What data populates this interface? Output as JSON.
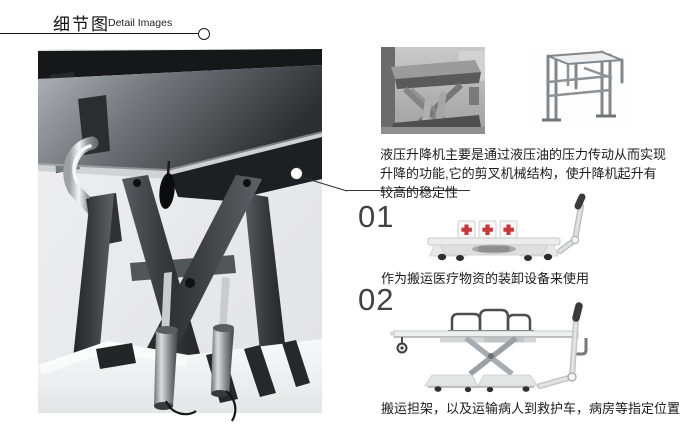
{
  "header": {
    "title_zh": "细节图",
    "title_en": "Detail Images"
  },
  "main_image": {
    "label": "scissor-lift-underside-render"
  },
  "thumbnails": [
    {
      "label": "scissor-lift-table-photo"
    },
    {
      "label": "lift-frame-photo"
    }
  ],
  "description": "液压升降机主要是通过液压油的压力传动从而实现升降的功能,它的剪叉机械结构，使升降机起升有较高的稳定性",
  "sections": [
    {
      "number": "01",
      "caption": "作为搬运医疗物资的装卸设备来使用"
    },
    {
      "number": "02",
      "caption": "搬运担架，以及运输病人到救护车，病房等指定位置"
    }
  ],
  "colors": {
    "accent_red": "#c5393b",
    "render_background": "#e9eaeb",
    "line_color": "#222222",
    "metal_dark": "#2c2f33",
    "base_white": "#f5f6f7"
  }
}
